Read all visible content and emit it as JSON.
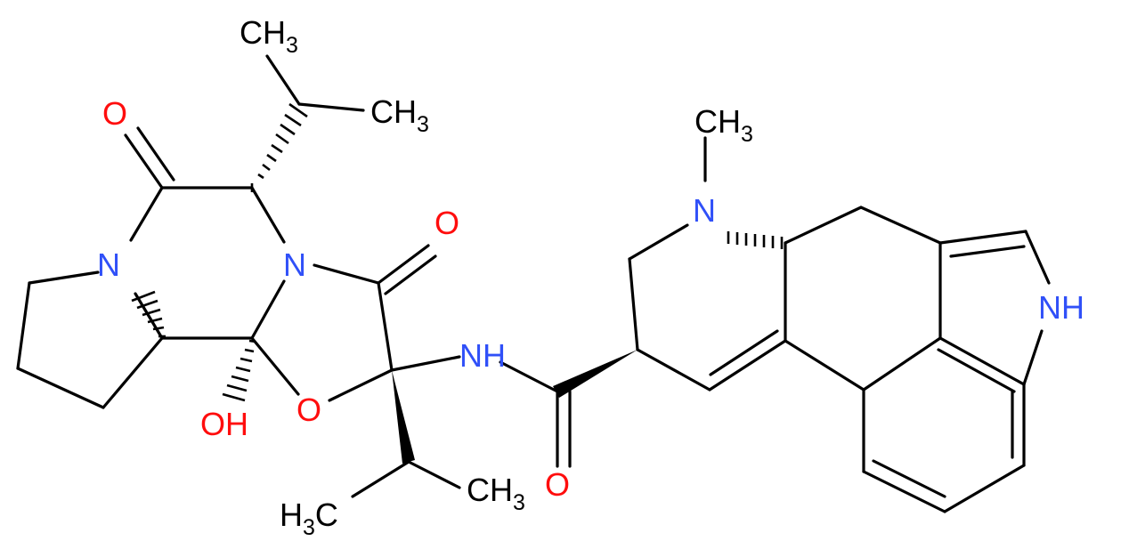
{
  "colors": {
    "carbon": "#000000",
    "oxygen": "#ff0d0d",
    "nitrogen": "#3050f8",
    "background": "#ffffff"
  },
  "labels": {
    "ch3_top": "CH",
    "ch3_top_sub": "3",
    "ch3_right": "CH",
    "ch3_right_sub": "3",
    "o_ketone_left": "O",
    "o_ketone_mid": "O",
    "n_amide": "N",
    "n_bridge": "N",
    "oh": "OH",
    "o_ring": "O",
    "nh_amide": "NH",
    "h3c": "H",
    "h3c_sub": "3",
    "h3c_c": "C",
    "ch3_bottom": "CH",
    "ch3_bottom_sub": "3",
    "o_carboxamide": "O",
    "n_methyl": "N",
    "ch3_nmethyl": "CH",
    "ch3_nmethyl_sub": "3",
    "nh_indole": "NH"
  }
}
